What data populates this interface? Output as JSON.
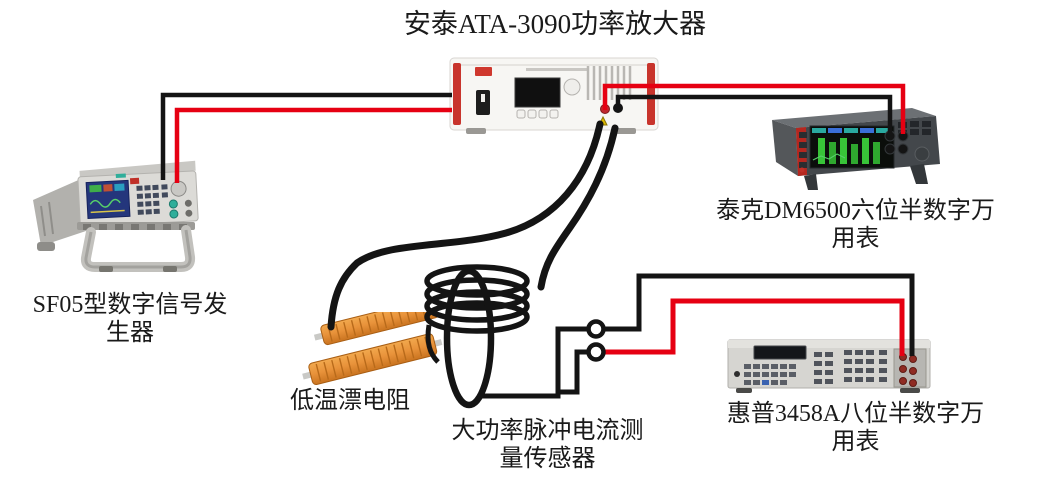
{
  "title": "安泰ATA-3090功率放大器",
  "devices": {
    "power_amplifier": {
      "name": "安泰ATA-3090功率放大器"
    },
    "signal_generator": {
      "label": "SF05型数字信号发\n生器"
    },
    "dm6500_multimeter": {
      "label": "泰克DM6500六位半数字万\n用表"
    },
    "low_drift_resistor": {
      "label": "低温漂电阻"
    },
    "pulse_current_sensor": {
      "label": "大功率脉冲电流测\n量传感器"
    },
    "hp3458a_multimeter": {
      "label": "惠普3458A八位半数字万\n用表"
    }
  },
  "colors": {
    "wire-black": "#141414",
    "wire-red": "#e60012",
    "handle-red": "#c8342c",
    "resistor-orange": "#e8923a",
    "screen-green": "#38c438",
    "screen-blue": "#24367c",
    "text": "#1a1a1a"
  }
}
